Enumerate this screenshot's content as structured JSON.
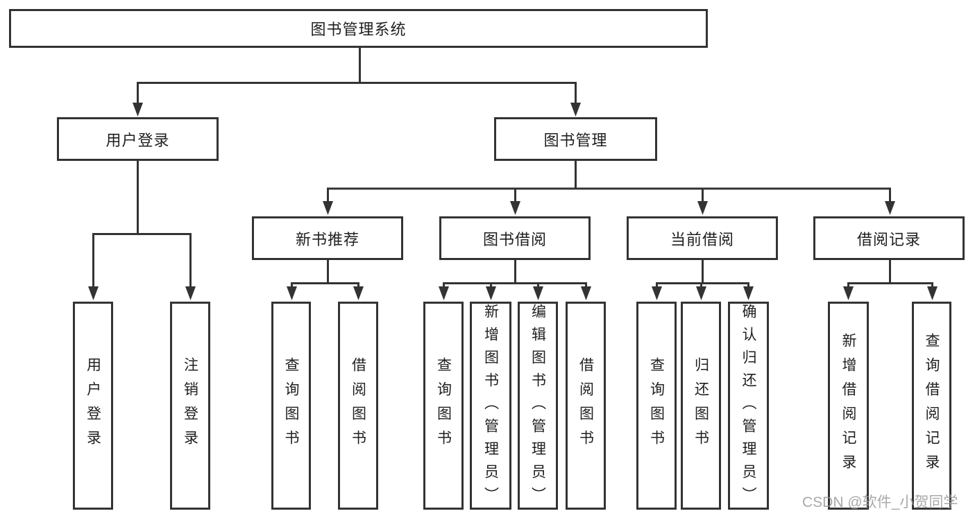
{
  "tree": {
    "label": "图书管理系统",
    "children": [
      {
        "label": "用户登录",
        "children": [
          {
            "label": "用户登录"
          },
          {
            "label": "注销登录"
          }
        ]
      },
      {
        "label": "图书管理",
        "children": [
          {
            "label": "新书推荐",
            "children": [
              {
                "label": "查询图书"
              },
              {
                "label": "借阅图书"
              }
            ]
          },
          {
            "label": "图书借阅",
            "children": [
              {
                "label": "查询图书"
              },
              {
                "label": "新增图书（管理员）"
              },
              {
                "label": "编辑图书（管理员）"
              },
              {
                "label": "借阅图书"
              }
            ]
          },
          {
            "label": "当前借阅",
            "children": [
              {
                "label": "查询图书"
              },
              {
                "label": "归还图书"
              },
              {
                "label": "确认归还（管理员）"
              }
            ]
          },
          {
            "label": "借阅记录",
            "children": [
              {
                "label": "新增借阅记录"
              },
              {
                "label": "查询借阅记录"
              }
            ]
          }
        ]
      }
    ]
  },
  "watermark": "CSDN @软件_小贺同学",
  "colors": {
    "line": "#333333",
    "text": "#1f1f1f",
    "watermark": "#9a9a9a",
    "background": "#ffffff"
  }
}
